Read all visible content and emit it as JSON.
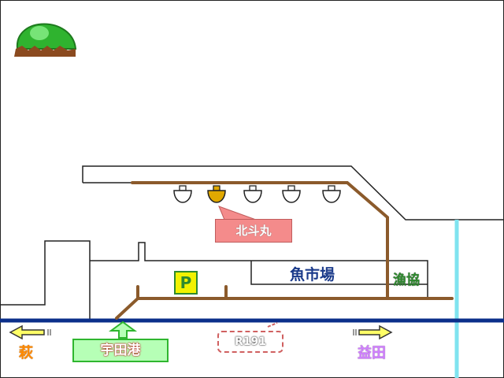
{
  "labels": {
    "boat_name": "北斗丸",
    "fish_market": "魚市場",
    "fishing_coop": "漁協",
    "parking": "P",
    "port_name": "宇田港",
    "route": "R191",
    "west_destination": "萩",
    "east_destination": "益田"
  },
  "colors": {
    "road": "#8b5a2b",
    "highway": "#0b2f8a",
    "river": "#7fe3ef",
    "boat_highlight": "#e0a800",
    "pin_label_bg": "#f48b8b",
    "arrow_fill": "#ffff66"
  },
  "boats": {
    "count": 5,
    "highlighted_index": 1
  }
}
